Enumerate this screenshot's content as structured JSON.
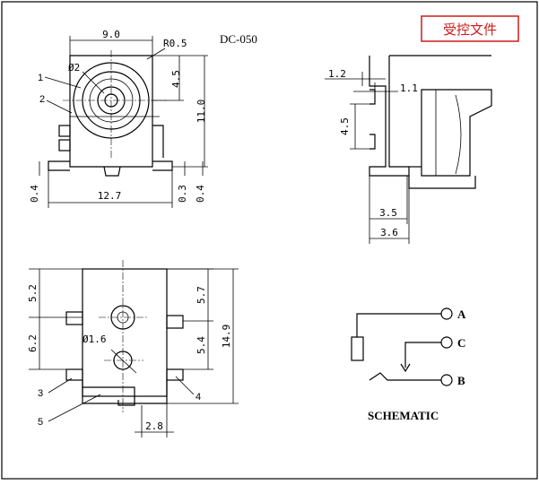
{
  "title": "DC-050",
  "stamp": "受控文件",
  "schematic_label": "SCHEMATIC",
  "pins": {
    "a": "A",
    "b": "B",
    "c": "C"
  },
  "callouts": {
    "c1": "1",
    "c2": "2",
    "c3": "3",
    "c4": "4",
    "c5": "5"
  },
  "top_view": {
    "width": "9.0",
    "radius": "R0.5",
    "hole": "Ø2",
    "hole_offset": "4.5",
    "height": "11.0",
    "base_width": "12.7",
    "foot_left": "0.4",
    "foot_gap": "0.3",
    "foot_right": "0.4"
  },
  "side_view": {
    "pin_offset": "1.2",
    "pin_width": "1.1",
    "pin_height": "4.5",
    "depth_a": "3.5",
    "depth_b": "3.6"
  },
  "bottom_view": {
    "upper": "5.2",
    "lower": "6.2",
    "hole": "Ø1.6",
    "right_upper": "5.7",
    "right_lower": "5.4",
    "total": "14.9",
    "pin_pitch": "2.8"
  },
  "colors": {
    "stamp": "#d01a1a",
    "line": "#000000"
  }
}
